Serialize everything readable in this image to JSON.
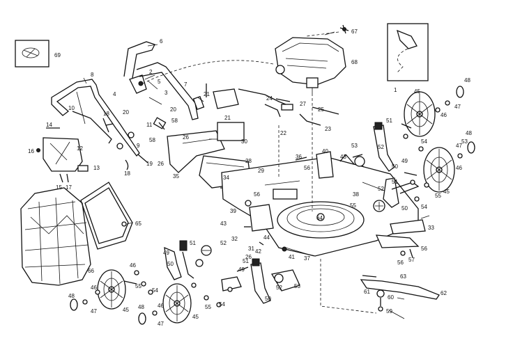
{
  "labels": {
    "l1": "1",
    "l2": "2",
    "l3": "3",
    "l4": "4",
    "l5": "5",
    "l6": "6",
    "l7": "7",
    "l8": "8",
    "l9": "9",
    "l10": "10",
    "l11": "11",
    "l12": "12",
    "l13": "13",
    "l14": "14",
    "l15": "15",
    "l16": "16",
    "l17": "17",
    "l18": "18",
    "l19": "19",
    "l20": "20",
    "l21": "21",
    "l22": "22",
    "l23": "23",
    "l24": "24",
    "l25": "25",
    "l26": "26",
    "l27": "27",
    "l28": "28",
    "l29": "29",
    "l30": "30",
    "l31": "31",
    "l32": "32",
    "l33": "33",
    "l34": "34",
    "l35": "35",
    "l36": "36",
    "l37": "37",
    "l38": "38",
    "l39": "39",
    "l40": "40",
    "l41": "41",
    "l42": "42",
    "l43": "43",
    "l44": "44",
    "l45": "45",
    "l46": "46",
    "l47": "47",
    "l48": "48",
    "l49": "49",
    "l50": "50",
    "l51": "51",
    "l52": "52",
    "l53": "53",
    "l54": "54",
    "l55": "55",
    "l56": "56",
    "l57": "57",
    "l58": "58",
    "l59": "59",
    "l60": "60",
    "l61": "61",
    "l62": "62",
    "l63": "63",
    "l64": "64",
    "l65": "65",
    "l66": "66",
    "l67": "67",
    "l68": "68",
    "l69": "69"
  }
}
